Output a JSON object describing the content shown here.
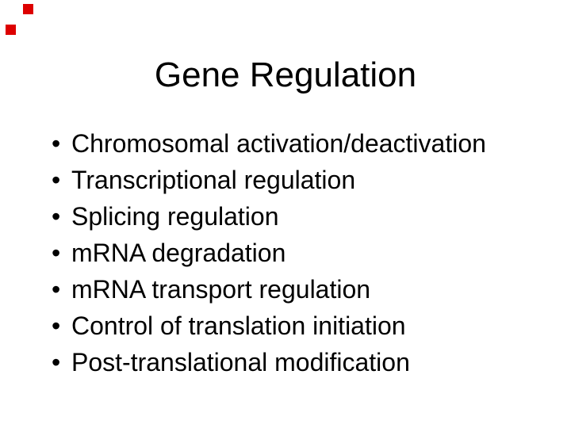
{
  "slide": {
    "title": "Gene Regulation",
    "bullet_char": "•",
    "bullets": [
      "Chromosomal activation/deactivation",
      "Transcriptional regulation",
      "Splicing regulation",
      "mRNA degradation",
      "mRNA transport regulation",
      "Control of translation initiation",
      "Post-translational modification"
    ],
    "colors": {
      "background": "#ffffff",
      "text": "#000000",
      "accent_red": "#dd0000"
    }
  }
}
